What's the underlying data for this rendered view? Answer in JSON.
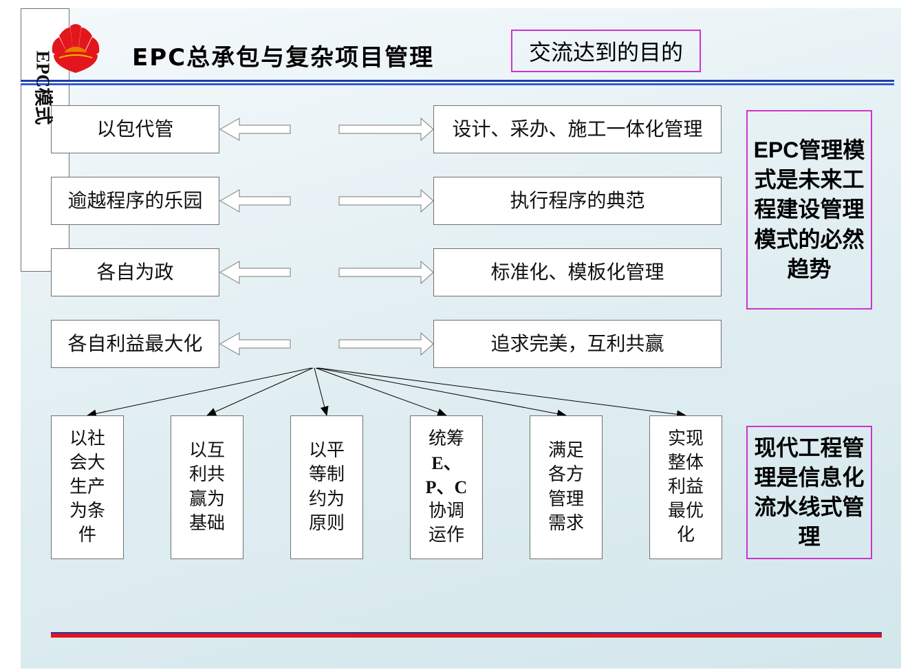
{
  "header": {
    "title": "EPC总承包与复杂项目管理",
    "subtitle": "交流达到的目的"
  },
  "center": {
    "label": "EPC模式"
  },
  "left_items": [
    {
      "label": "以包代管"
    },
    {
      "label": "逾越程序的乐园"
    },
    {
      "label": "各自为政"
    },
    {
      "label": "各自利益最大化"
    }
  ],
  "right_items": [
    {
      "label": "设计、采办、施工一体化管理"
    },
    {
      "label": "执行程序的典范"
    },
    {
      "label": "标准化、模板化管理"
    },
    {
      "label": "追求完美，互利共赢"
    }
  ],
  "bottom_items": [
    {
      "lines": [
        "以社",
        "会大",
        "生产",
        "为条",
        "件"
      ]
    },
    {
      "lines": [
        "以互",
        "利共",
        "赢为",
        "基础"
      ]
    },
    {
      "lines": [
        "以平",
        "等制",
        "约为",
        "原则"
      ]
    },
    {
      "lines": [
        "统筹",
        "E、",
        "P、C",
        "协调",
        "运作"
      ]
    },
    {
      "lines": [
        "满足",
        "各方",
        "管理",
        "需求"
      ]
    },
    {
      "lines": [
        "实现",
        "整体",
        "利益",
        "最优",
        "化"
      ]
    }
  ],
  "side_notes": [
    {
      "text": "EPC管理模式是未来工程建设管理模式的必然趋势"
    },
    {
      "text": "现代工程管理是信息化流水线式管理"
    }
  ],
  "colors": {
    "accent_border": "#cc33cc",
    "title_rule": "#2f5ad8",
    "bottom_rule": "#e4141b",
    "logo_red": "#e4161d",
    "logo_yellow": "#f5b800"
  }
}
